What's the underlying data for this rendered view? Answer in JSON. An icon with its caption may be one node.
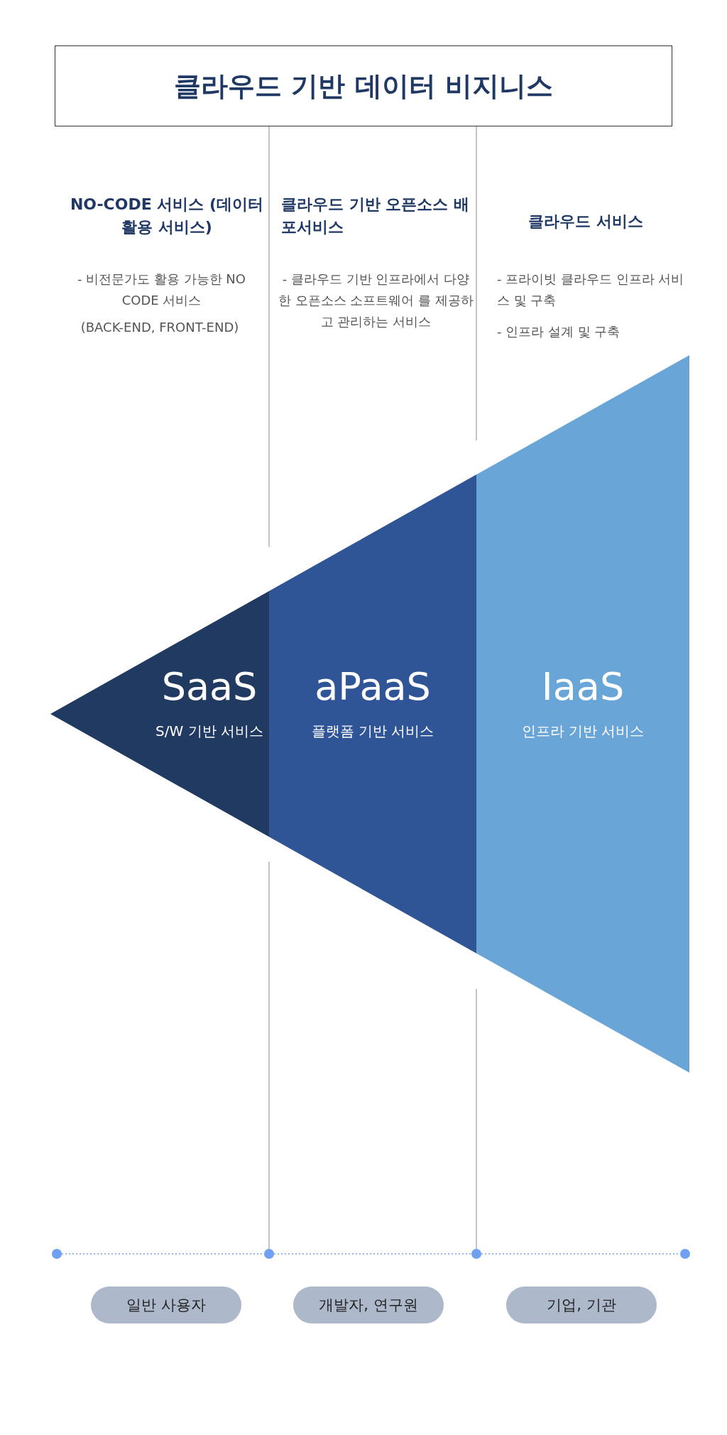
{
  "diagram": {
    "nodes": [
      {
        "text": [
          "클라우드 기반 데이터 비지니스"
        ]
      },
      {
        "text": [
          "SaaS",
          "S/W 기반 서비스"
        ]
      },
      {
        "text": [
          "aPaaS",
          "플랫폼 기반 서비스"
        ]
      },
      {
        "text": [
          "IaaS",
          "인프라 기반 서비스"
        ]
      },
      {
        "text": [],
        "shape": "circle"
      },
      {
        "text": [],
        "shape": "circle"
      },
      {
        "text": [],
        "shape": "circle"
      },
      {
        "text": [],
        "shape": "circle"
      },
      {
        "text": [
          "일반 사용자"
        ]
      },
      {
        "text": [
          "개발자, 연구원"
        ]
      },
      {
        "text": [
          "기업, 기관"
        ]
      }
    ],
    "edges": [
      {
        "from": 4,
        "to": 5,
        "arrow": "none",
        "style": "dashed"
      },
      {
        "from": 5,
        "to": 6,
        "arrow": "none",
        "style": "dashed"
      },
      {
        "from": 6,
        "to": 7,
        "arrow": "none",
        "style": "dashed"
      }
    ],
    "labels": [
      "NO-CODE 서비스 (데이터 활용 서비스)",
      "클라우드 기반 오픈소스 배포서비스",
      "클라우드 서비스",
      "- 비전문가도 활용 가능한 NO CODE 서비스",
      "(BACK-END, FRONT-END)",
      "- 클라우드 기반 인프라에서 다양한 오픈소스 소프트웨어 를 제공하고 관리하는 서비스",
      "- 프라이빗 클라우드 인프라 서비스 및 구축",
      "- 인프라 설계 및 구축"
    ]
  }
}
